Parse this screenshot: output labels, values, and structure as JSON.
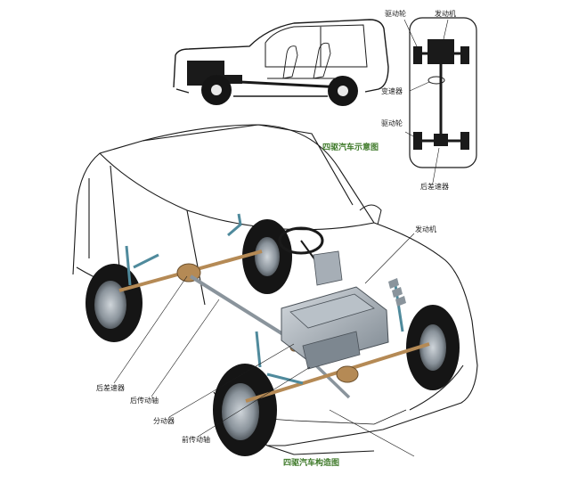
{
  "schematic": {
    "caption": "四驱汽车示意图",
    "labels": {
      "drive_wheel": "驱动轮",
      "engine": "发动机",
      "transmission": "变速器",
      "driven_wheel": "驱动轮",
      "rear_axle": "后差速器"
    }
  },
  "cutaway": {
    "caption": "四驱汽车构造图",
    "labels": {
      "engine": "发动机",
      "rear_differential": "后差速器",
      "rear_driveshaft": "后传动轴",
      "transfer_case": "分动器",
      "front_driveshaft": "前传动轴"
    }
  },
  "colors": {
    "line": "#1a1a1a",
    "tire": "#151515",
    "driveline": "#b58a55",
    "engine": "#9aa3ad",
    "caption": "#3f7a2a"
  }
}
